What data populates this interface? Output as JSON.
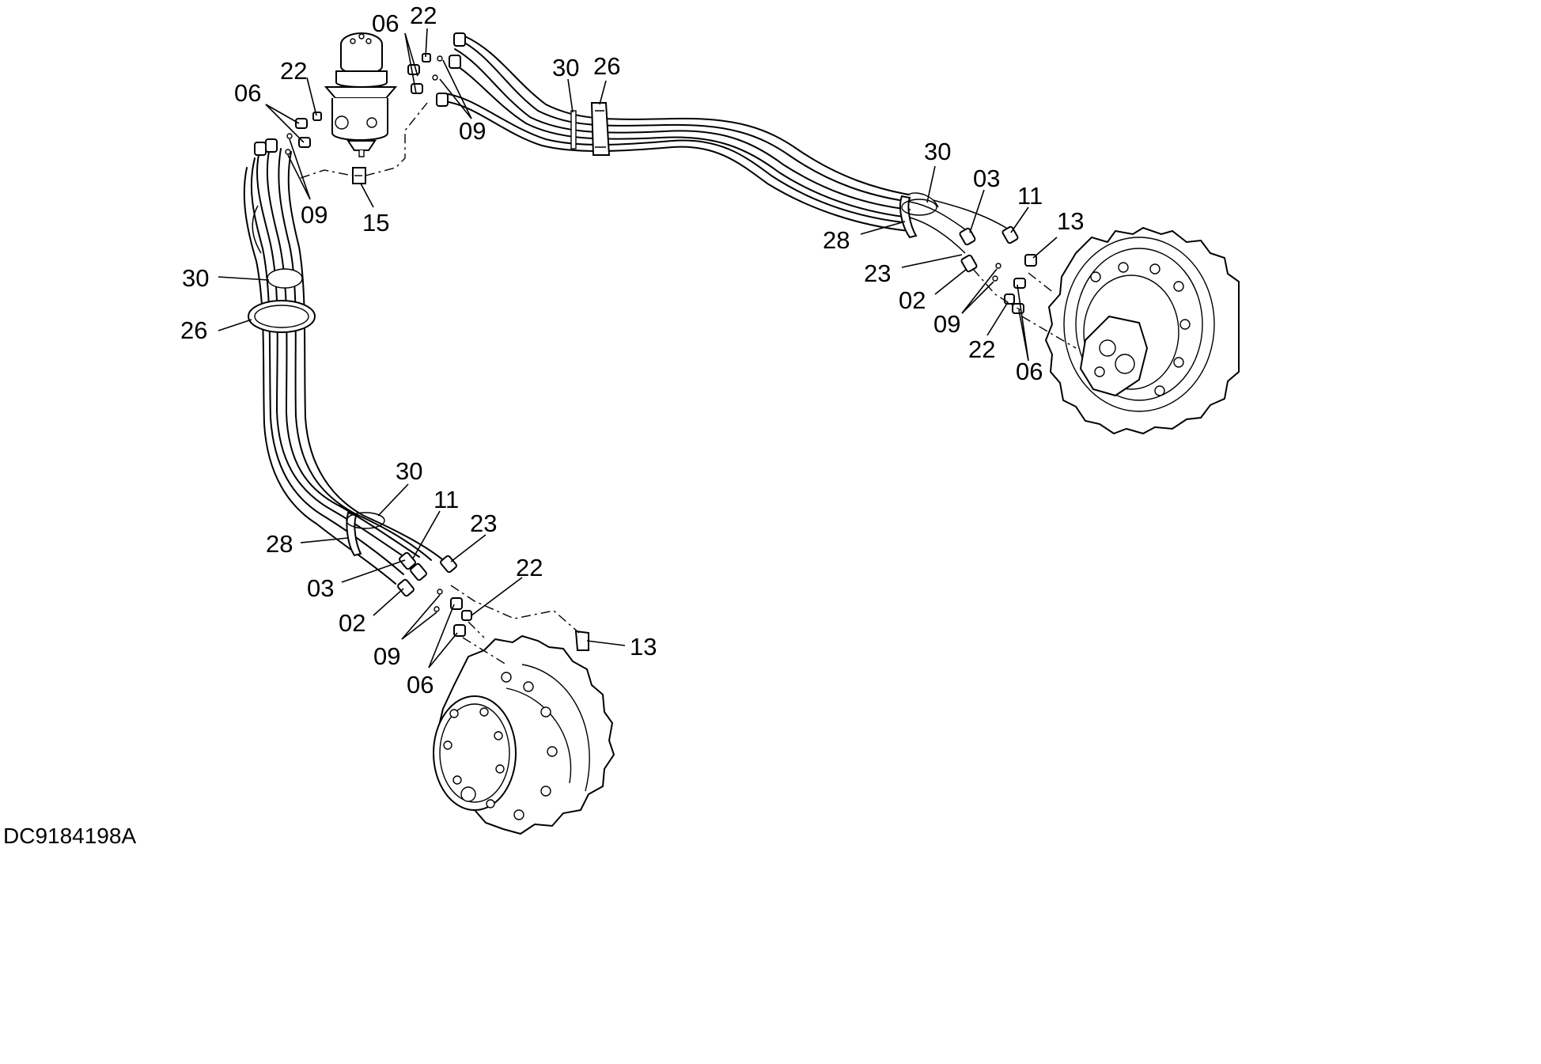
{
  "drawing_id": "DC9184198A",
  "callouts": {
    "swivel_top_06": "06",
    "swivel_top_22": "22",
    "swivel_left_22": "22",
    "swivel_left_06": "06",
    "swivel_right_09": "09",
    "swivel_left_09": "09",
    "swivel_15": "15",
    "upper_30": "30",
    "upper_26": "26",
    "left_30": "30",
    "left_26": "26",
    "right_30": "30",
    "right_28": "28",
    "right_03": "03",
    "right_11": "11",
    "right_13": "13",
    "right_23": "23",
    "right_02": "02",
    "right_09": "09",
    "right_22": "22",
    "right_06": "06",
    "lower_30": "30",
    "lower_11": "11",
    "lower_23": "23",
    "lower_28": "28",
    "lower_03": "03",
    "lower_22": "22",
    "lower_02": "02",
    "lower_13": "13",
    "lower_09": "09",
    "lower_06": "06"
  }
}
